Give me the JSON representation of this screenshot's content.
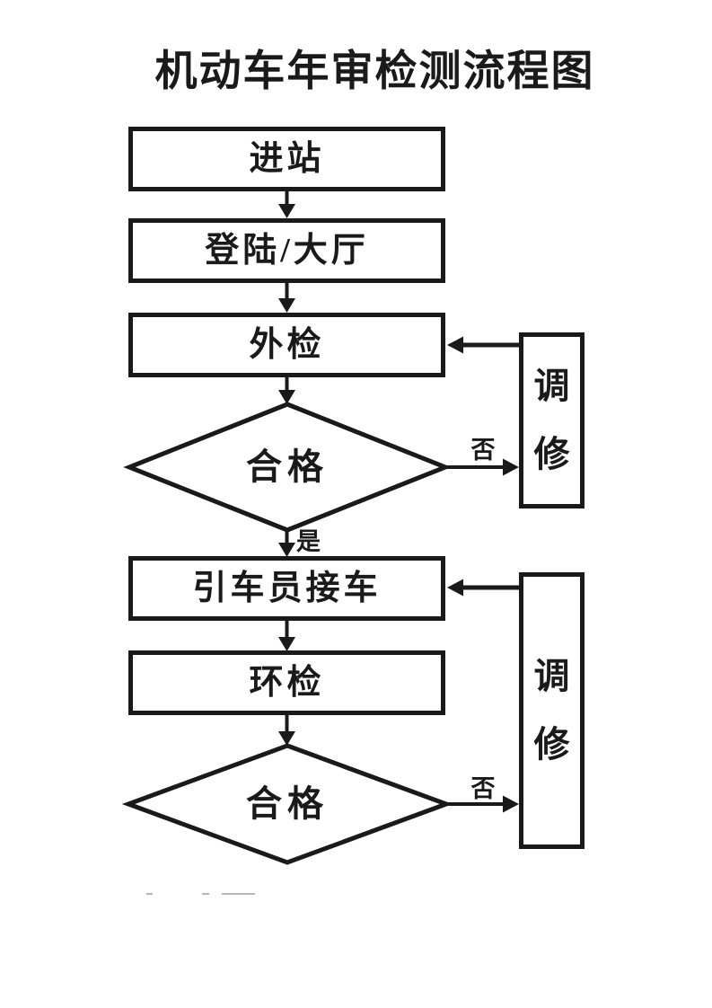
{
  "title": "机动车年审检测流程图",
  "flowchart": {
    "nodes": {
      "enter": {
        "type": "process",
        "label": "进站"
      },
      "login": {
        "type": "process",
        "label": "登陆/大厅"
      },
      "external": {
        "type": "process",
        "label": "外检"
      },
      "decision1": {
        "type": "decision",
        "label": "合格"
      },
      "driver": {
        "type": "process",
        "label": "引车员接车"
      },
      "env": {
        "type": "process",
        "label": "环检"
      },
      "decision2": {
        "type": "decision",
        "label": "合格"
      },
      "repair1": {
        "type": "process",
        "label": "调修",
        "orientation": "vertical",
        "chars": [
          "调",
          "修"
        ]
      },
      "repair2": {
        "type": "process",
        "label": "调修",
        "orientation": "vertical",
        "chars": [
          "调",
          "修"
        ]
      }
    },
    "edge_labels": {
      "yes": "是",
      "no1": "否",
      "no2": "否"
    },
    "edges": [
      {
        "from": "enter",
        "to": "login"
      },
      {
        "from": "login",
        "to": "external"
      },
      {
        "from": "external",
        "to": "decision1"
      },
      {
        "from": "decision1",
        "to": "driver",
        "label": "是"
      },
      {
        "from": "decision1",
        "to": "repair1",
        "label": "否"
      },
      {
        "from": "repair1",
        "to": "external"
      },
      {
        "from": "driver",
        "to": "env"
      },
      {
        "from": "env",
        "to": "decision2"
      },
      {
        "from": "decision2",
        "to": "repair2",
        "label": "否"
      },
      {
        "from": "repair2",
        "to": "driver"
      }
    ]
  },
  "colors": {
    "stroke": "#1a1a1a",
    "background": "#ffffff",
    "artifact_gray": "#b5b5b5"
  }
}
